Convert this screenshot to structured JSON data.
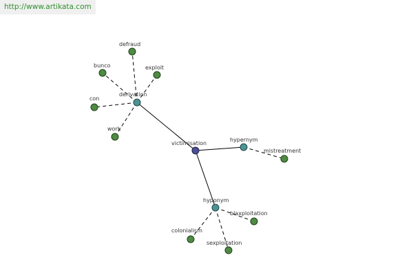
{
  "header": {
    "url": "http://www.artikata.com"
  },
  "graph": {
    "center": {
      "id": "victimisation",
      "label": "victimisation"
    },
    "hubs": [
      {
        "id": "derivation",
        "label": "derivation"
      },
      {
        "id": "hypernym",
        "label": "hypernym"
      },
      {
        "id": "hyponym",
        "label": "hyponym"
      }
    ],
    "leaves": [
      {
        "id": "defraud",
        "label": "defraud",
        "hub": "derivation"
      },
      {
        "id": "bunco",
        "label": "bunco",
        "hub": "derivation"
      },
      {
        "id": "exploit",
        "label": "exploit",
        "hub": "derivation"
      },
      {
        "id": "con",
        "label": "con",
        "hub": "derivation"
      },
      {
        "id": "work",
        "label": "work",
        "hub": "derivation"
      },
      {
        "id": "mistreatment",
        "label": "mistreatment",
        "hub": "hypernym"
      },
      {
        "id": "blaxploitation",
        "label": "blaxploitation",
        "hub": "hyponym"
      },
      {
        "id": "colonialism",
        "label": "colonialism",
        "hub": "hyponym"
      },
      {
        "id": "sexploitation",
        "label": "sexploitation",
        "hub": "hyponym"
      }
    ],
    "colors": {
      "leaf": "#4f8b43",
      "hub": "#4e9393",
      "center": "#4b4f93",
      "link": "#2f8f2f"
    }
  }
}
